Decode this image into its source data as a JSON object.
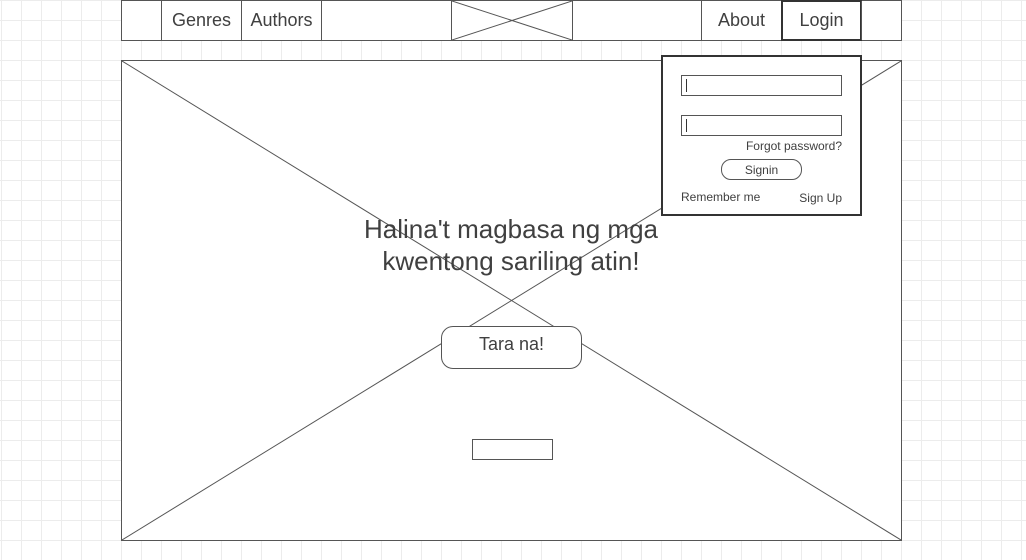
{
  "nav": {
    "genres_label": "Genres",
    "authors_label": "Authors",
    "about_label": "About",
    "login_label": "Login",
    "logo_icon": "image-placeholder-icon"
  },
  "hero": {
    "image_icon": "image-placeholder-icon",
    "heading_line1": "Halina't magbasa ng mga",
    "heading_line2": "kwentong sariling atin!",
    "cta_label": "Tara na!"
  },
  "login_panel": {
    "username_value": "",
    "password_value": "",
    "forgot_password_label": "Forgot password?",
    "signin_label": "Signin",
    "remember_me_label": "Remember me",
    "signup_label": "Sign Up"
  },
  "colors": {
    "line": "#555555",
    "text": "#404040",
    "grid": "#ececec",
    "background": "#ffffff"
  }
}
